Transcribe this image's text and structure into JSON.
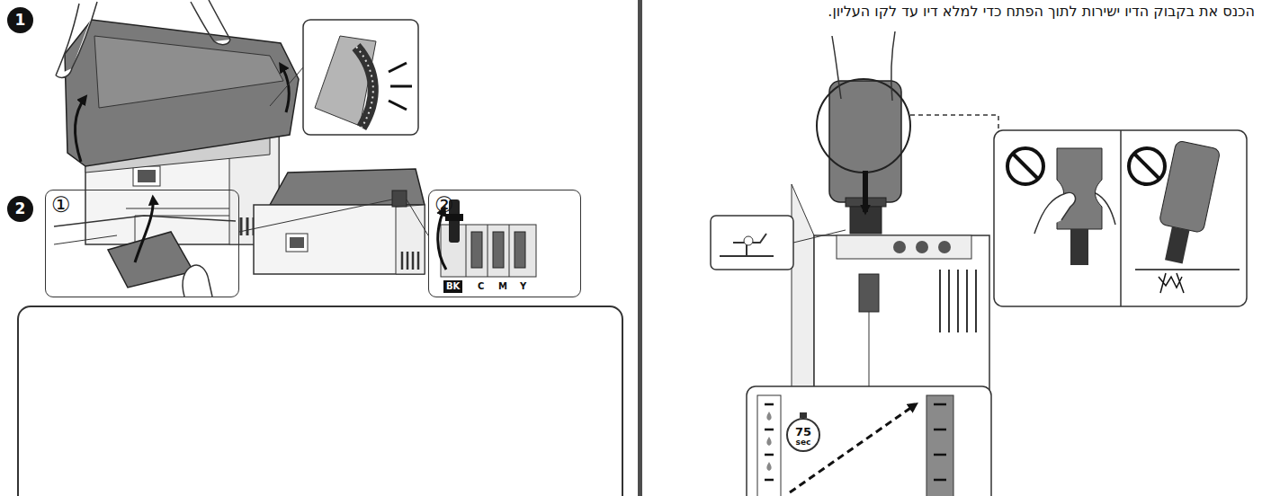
{
  "diagram": {
    "nodes": [
      {
        "text": [
          "1"
        ]
      },
      {
        "text": [
          "2"
        ]
      },
      {
        "text": [
          "①"
        ]
      },
      {
        "text": [
          "②",
          "BK",
          "C",
          "M",
          "Y"
        ]
      },
      {
        "text": [
          "75",
          "sec"
        ]
      }
    ],
    "labels": [
      "הכנס את בקבוק הדיו ישירות לתוך הפתח כדי למלא דיו עד לקו העליון."
    ]
  }
}
